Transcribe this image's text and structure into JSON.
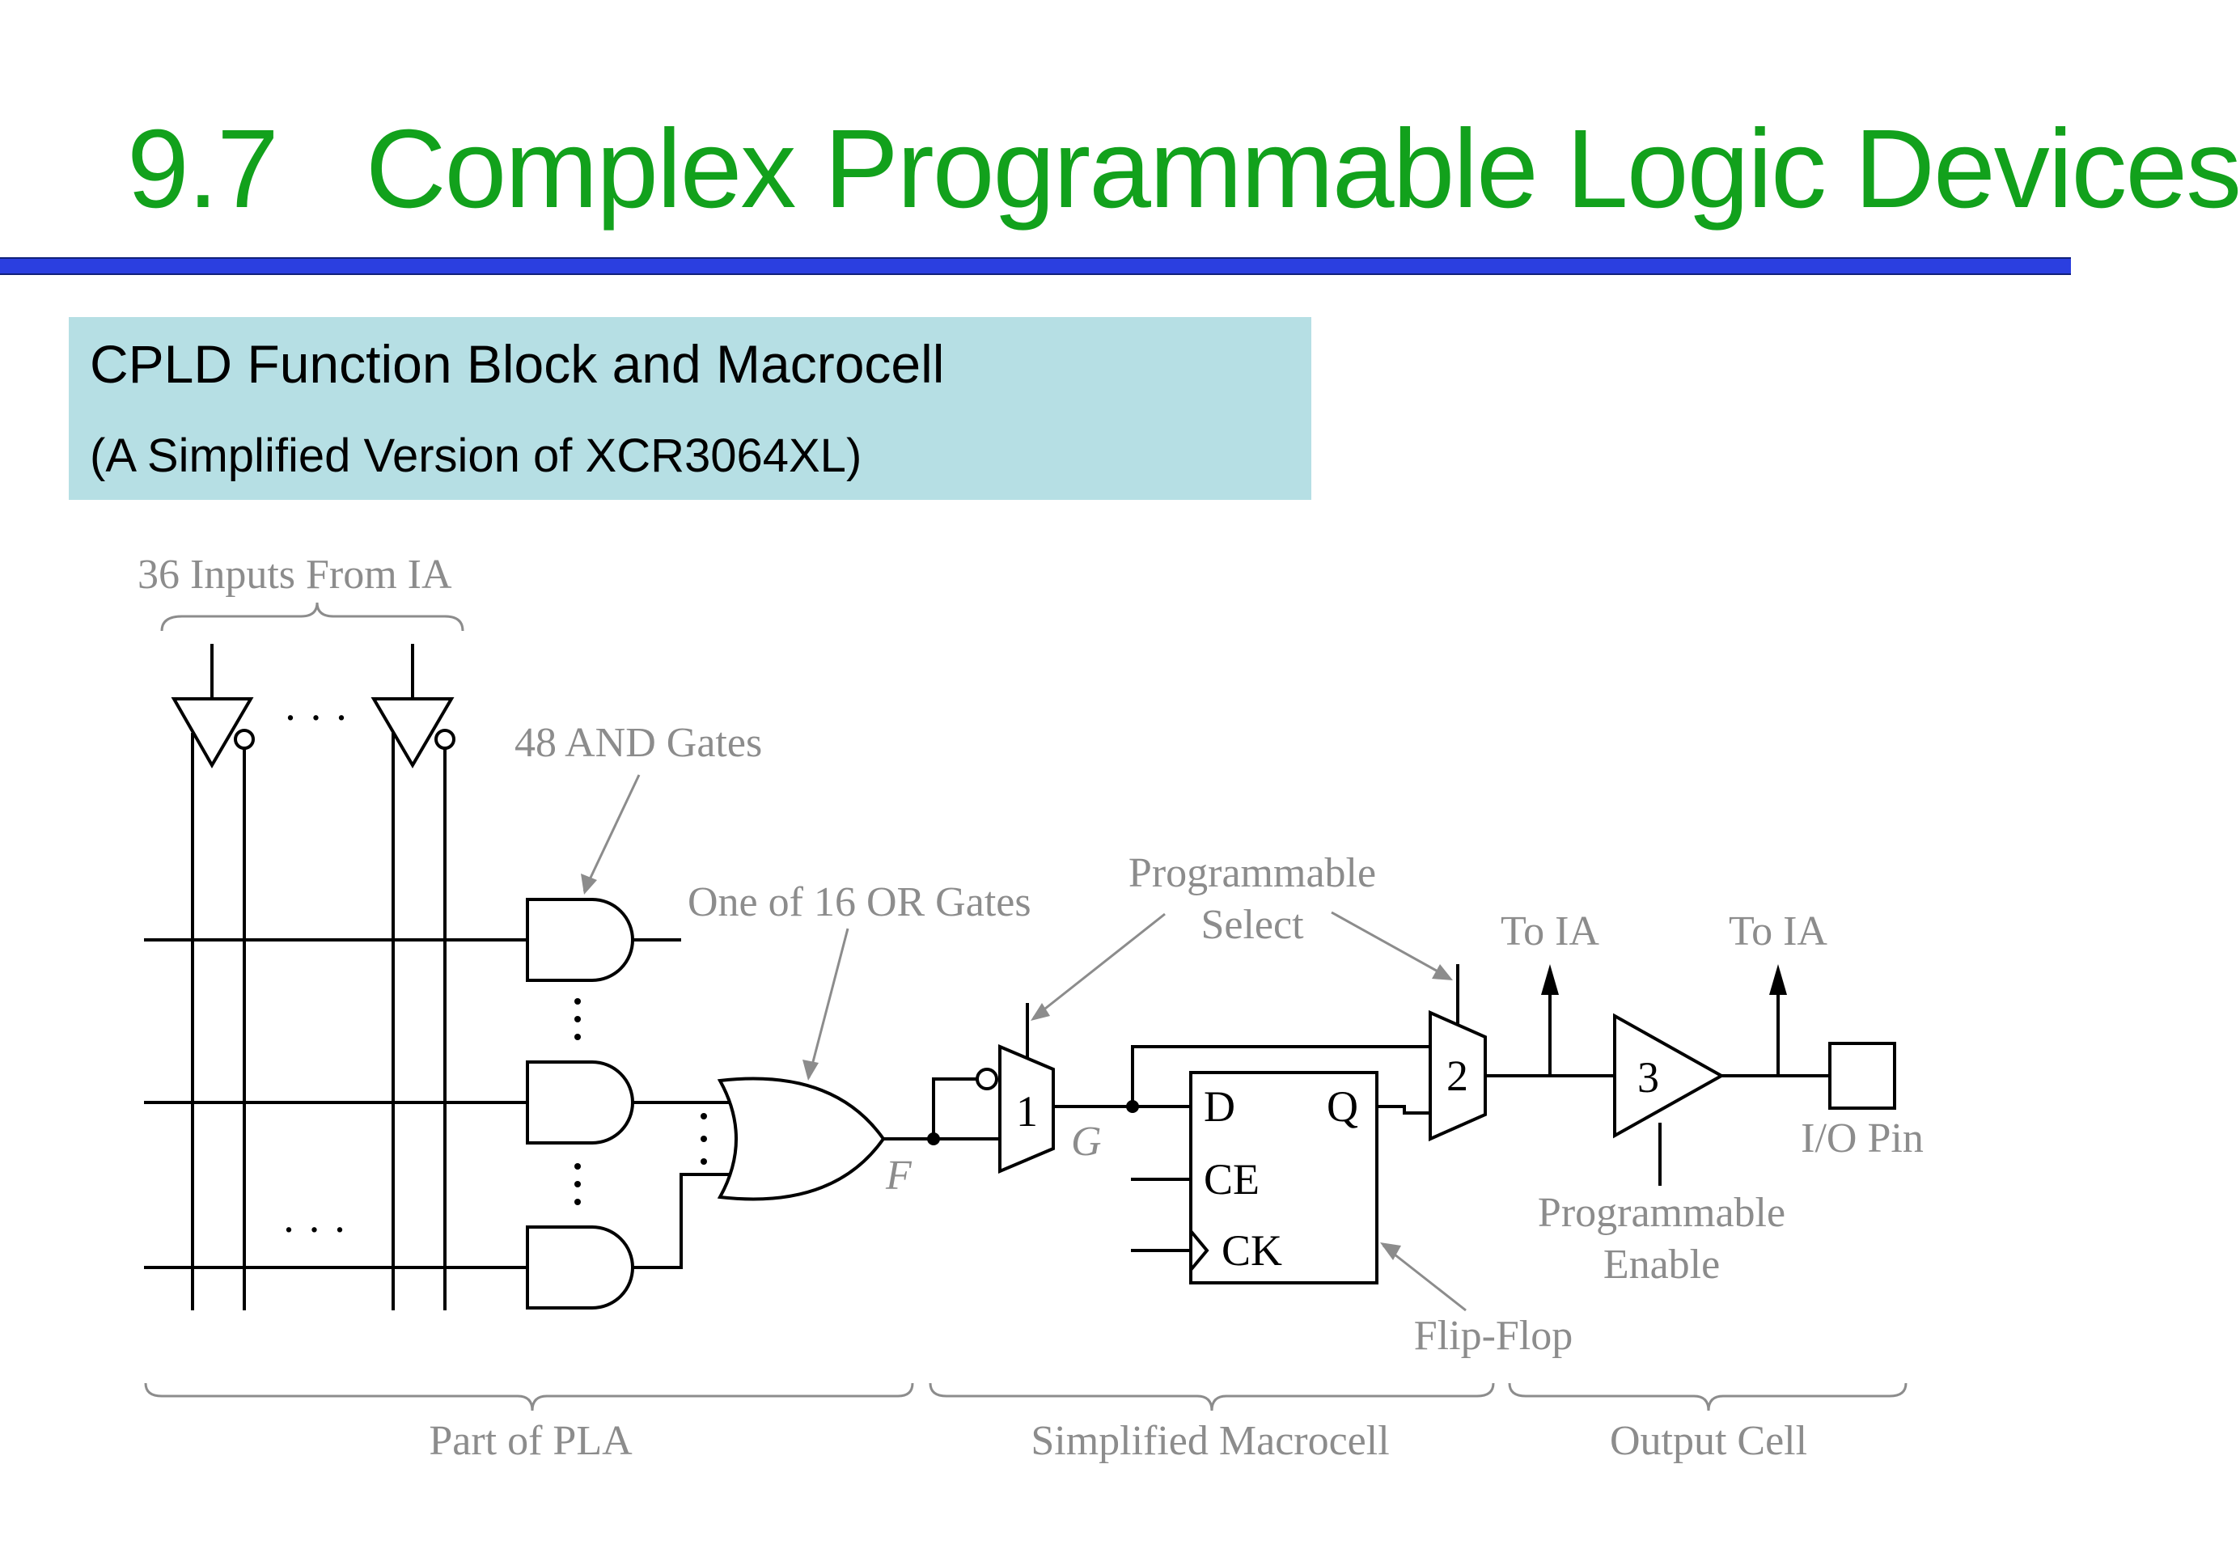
{
  "slide": {
    "title": "9.7   Complex Programmable Logic Devices",
    "subtitle_line1": "CPLD Function Block and Macrocell",
    "subtitle_line2": "(A Simplified Version of XCR3064XL)"
  },
  "diagram": {
    "inputs_label": "36 Inputs From IA",
    "and_gates_label": "48 AND Gates",
    "or_gate_label": "One of 16 OR Gates",
    "prog_select_line1": "Programmable",
    "prog_select_line2": "Select",
    "to_ia_1": "To IA",
    "to_ia_2": "To IA",
    "mux1_label": "1",
    "mux2_label": "2",
    "buffer_label": "3",
    "signal_f": "F",
    "signal_g": "G",
    "ff_d": "D",
    "ff_q": "Q",
    "ff_ce": "CE",
    "ff_ck": "CK",
    "io_pin": "I/O Pin",
    "prog_enable_line1": "Programmable",
    "prog_enable_line2": "Enable",
    "flip_flop": "Flip-Flop",
    "section_pla": "Part of PLA",
    "section_macrocell": "Simplified Macrocell",
    "section_output": "Output Cell",
    "ellipsis": "· · ·"
  },
  "colors": {
    "title": "#12a11c",
    "rule": "#2b3fe0",
    "subtitle_box": "#b6dfe4",
    "labels": "#8c8c8c"
  }
}
